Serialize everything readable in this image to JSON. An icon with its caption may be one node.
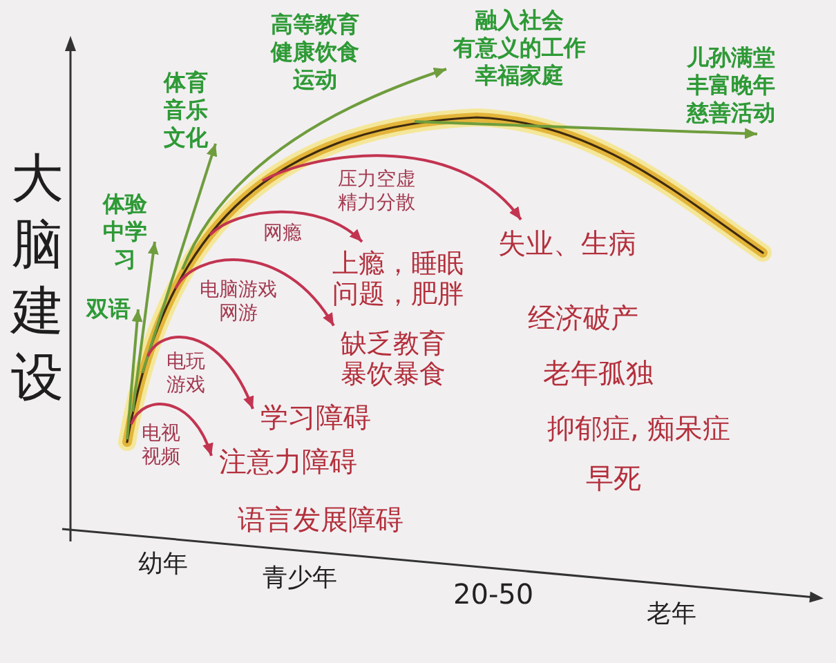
{
  "diagram": {
    "nodes": [
      {
        "text": [
          "双语"
        ]
      },
      {
        "text": [
          "体验中学习"
        ]
      },
      {
        "text": [
          "体育",
          "音乐",
          "文化"
        ]
      },
      {
        "text": [
          "融入社会",
          "有意义的工作",
          "幸福家庭"
        ]
      },
      {
        "text": [
          "儿孙满堂",
          "丰富晚年",
          "慈善活动"
        ]
      },
      {
        "text": [
          "上瘾，睡眠问题，肥胖"
        ]
      },
      {
        "text": [
          "缺乏教育",
          "暴饮暴食"
        ]
      },
      {
        "text": [
          "学习障碍"
        ]
      },
      {
        "text": [
          "注意力障碍"
        ]
      },
      {
        "text": [
          "失业、生病"
        ]
      }
    ],
    "edges": [
      {
        "from": null,
        "to": 0,
        "arrow": "to"
      },
      {
        "from": null,
        "to": 1,
        "arrow": "to"
      },
      {
        "from": null,
        "to": 2,
        "arrow": "to"
      },
      {
        "from": null,
        "to": 3,
        "arrow": "to"
      },
      {
        "from": null,
        "to": 4,
        "arrow": "to"
      },
      {
        "from": null,
        "to": 8,
        "arrow": "to",
        "label": "电视视频",
        "color": "#c23450"
      },
      {
        "from": null,
        "to": 7,
        "arrow": "to",
        "label": "电玩游戏",
        "color": "#c23450"
      },
      {
        "from": null,
        "to": 6,
        "arrow": "to",
        "label": "电脑游戏网游",
        "color": "#c23450"
      },
      {
        "from": null,
        "to": 5,
        "arrow": "to",
        "label": "网瘾",
        "color": "#c23450"
      },
      {
        "from": null,
        "to": 9,
        "arrow": "to",
        "label": "压力空虚精力分散",
        "color": "#c23450"
      }
    ],
    "labels": [
      "高等教育",
      "健康饮食",
      "运动",
      "大脑建设",
      "经济破产",
      "老年孤独",
      "抑郁症, 痴呆症",
      "早死",
      "语言发展障碍",
      "幼年",
      "青少年",
      "20-50",
      "老年"
    ]
  }
}
